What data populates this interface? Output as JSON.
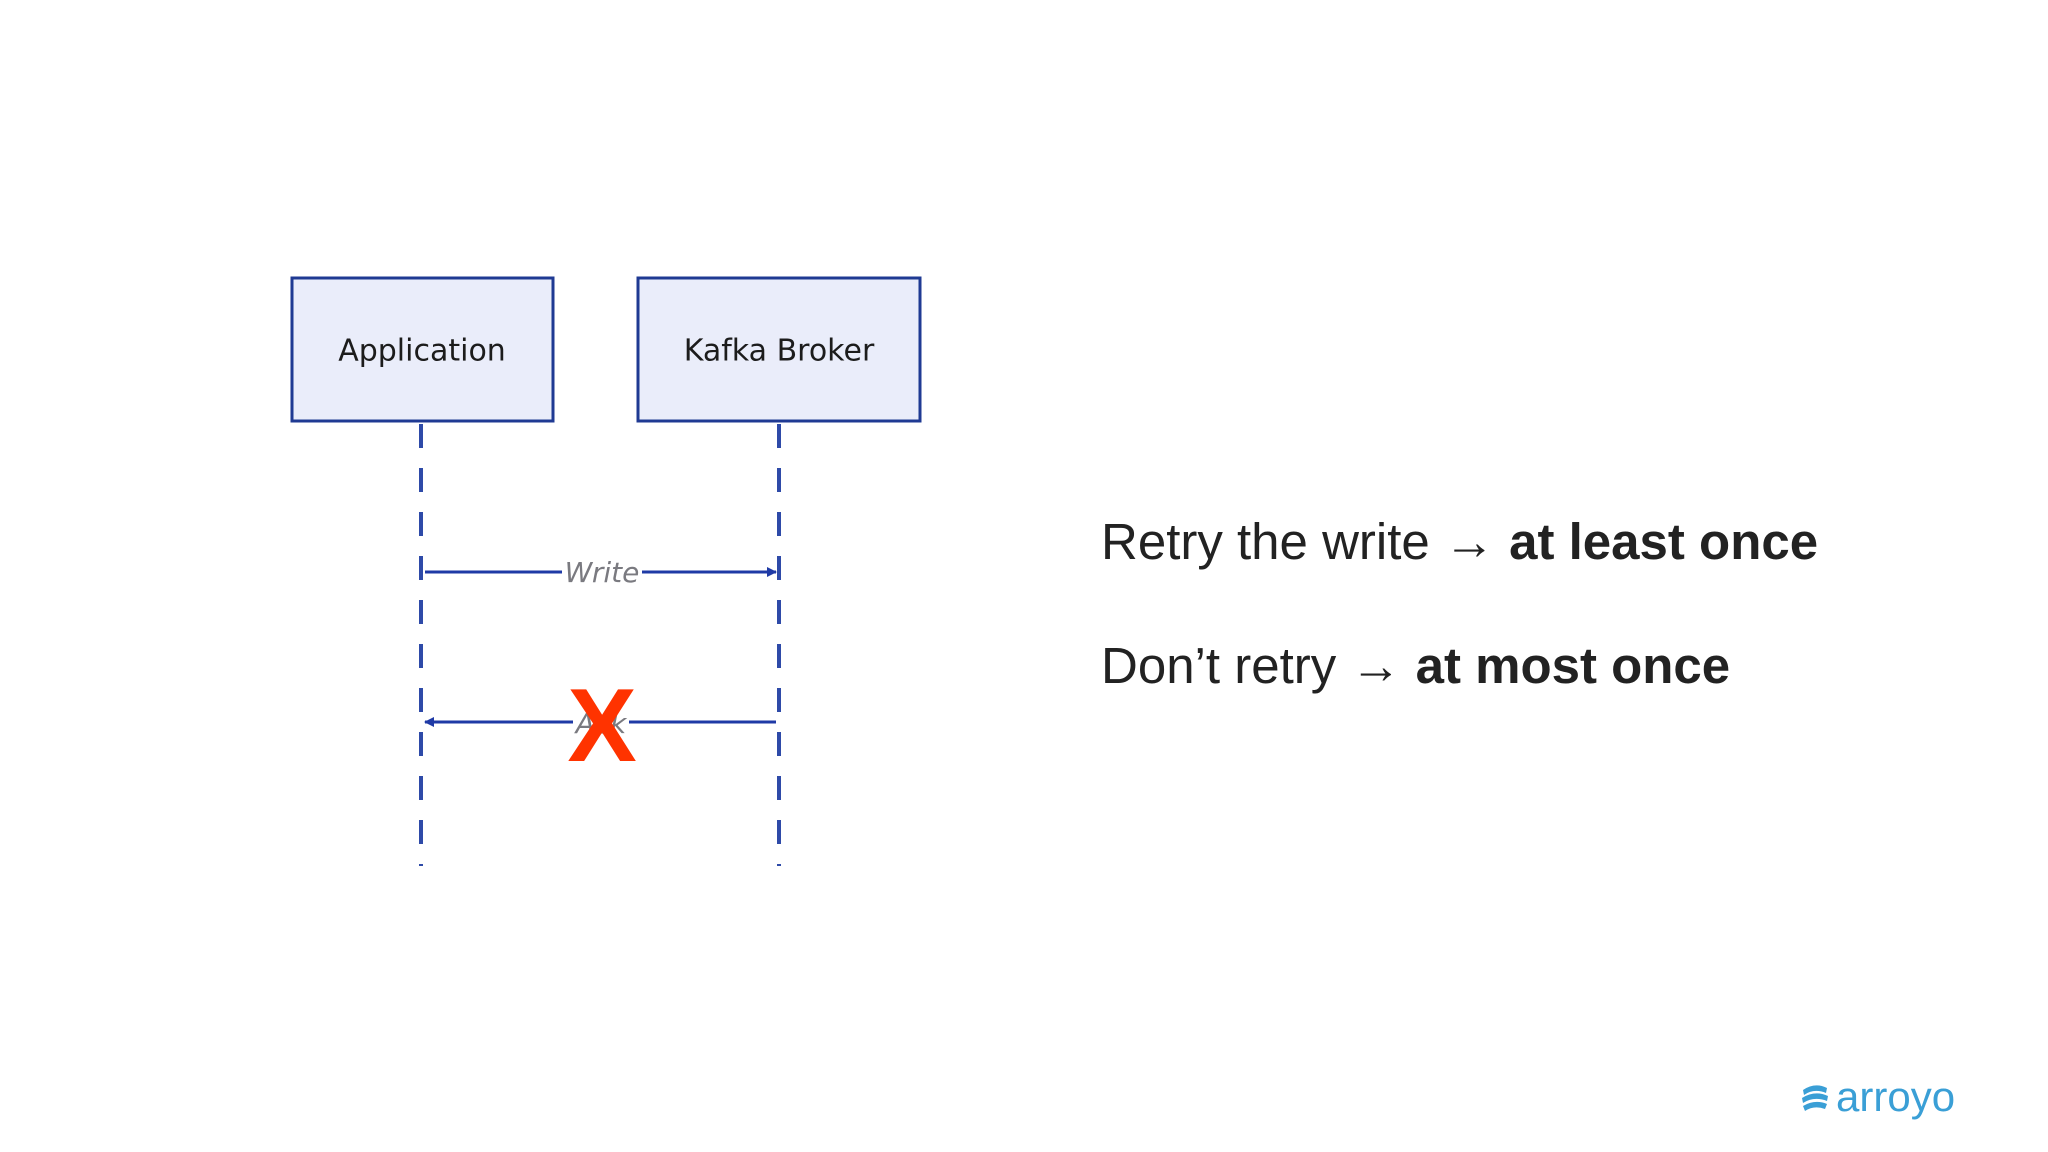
{
  "diagram": {
    "participants": [
      {
        "label": "Application"
      },
      {
        "label": "Kafka Broker"
      }
    ],
    "messages": [
      {
        "label": "Write",
        "direction": "right"
      },
      {
        "label": "Ack",
        "direction": "left",
        "failed": true
      }
    ],
    "fail_mark": "X"
  },
  "bullets": [
    {
      "prefix": "Retry the write → ",
      "emphasis": "at least once"
    },
    {
      "prefix": "Don’t retry → ",
      "emphasis": "at most once"
    }
  ],
  "logo": {
    "text": "arroyo",
    "icon": "wave-stack-icon"
  },
  "colors": {
    "box_fill": "#eaedfa",
    "box_stroke": "#1f3a93",
    "lifeline": "#2e4aa8",
    "arrow": "#1f3aa6",
    "fail_mark": "#ff3300",
    "text": "#222222",
    "brand": "#3a9fd6"
  }
}
